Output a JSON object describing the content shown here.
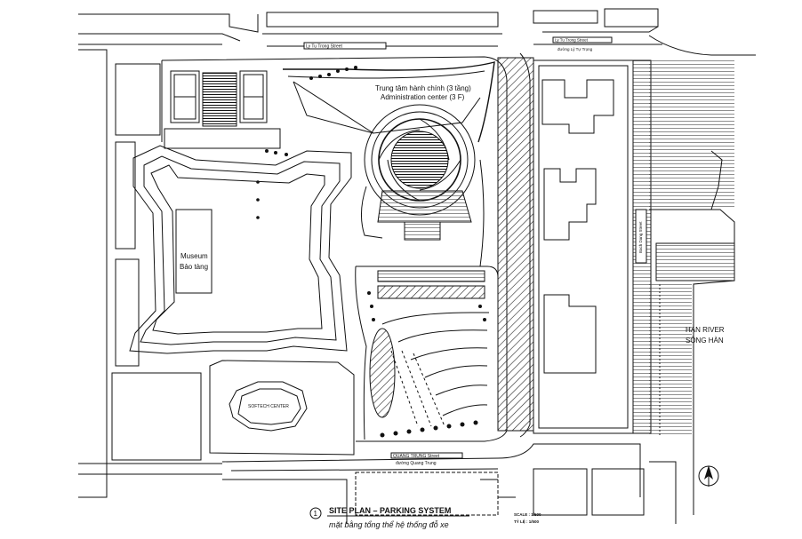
{
  "streets": {
    "ly_tu_trong_en_left": "Ly Tu Trong Street",
    "ly_tu_trong_en_right": "Ly Tu Trong Street",
    "ly_tu_trong_vn_right": "đường Lý Tự Trọng",
    "quang_trung_en": "QUANG TRUNG Street",
    "quang_trung_vn": "đường Quang Trung",
    "bach_dang": "Bach Dang Street"
  },
  "buildings": {
    "admin_vn": "Trung tâm hành chính (3 tầng)",
    "admin_en": "Administration center (3 F)",
    "museum_en": "Museum",
    "museum_vn": "Bảo tàng",
    "softech": "SOFTECH CENTER"
  },
  "river": {
    "name_en": "HAN RIVER",
    "name_vn": "SÔNG HÀN"
  },
  "title_block": {
    "number": "1",
    "title": "SITE PLAN – PARKING SYSTEM",
    "subtitle": "mặt bằng tổng thể hệ thống đỗ xe",
    "scale_en": "SCALE : 1/500",
    "scale_vn": "TỶ LỆ : 1/500"
  },
  "icons": {
    "north_arrow": "north-arrow-icon"
  }
}
